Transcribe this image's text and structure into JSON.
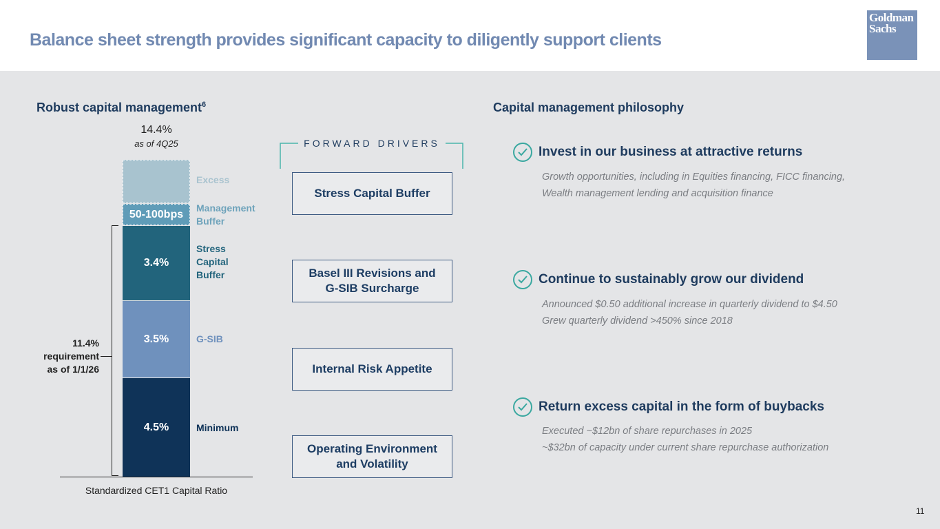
{
  "title": "Balance sheet strength provides significant capacity to diligently support clients",
  "logo": "Goldman Sachs",
  "logo_lines": [
    "Goldman",
    "Sachs"
  ],
  "left": {
    "heading": "Robust capital management",
    "footnote": "6",
    "total": "14.4%",
    "as_of": "as of 4Q25",
    "requirement": [
      "11.4%",
      "requirement",
      "as of 1/1/26"
    ],
    "axis_label": "Standardized CET1 Capital Ratio"
  },
  "chart_data": {
    "type": "bar",
    "stacked": true,
    "categories": [
      "Standardized CET1 Capital Ratio"
    ],
    "total": 14.4,
    "requirement": 11.4,
    "series": [
      {
        "name": "Minimum",
        "value": 4.5,
        "label": "4.5%",
        "color": "#0f3358"
      },
      {
        "name": "G-SIB",
        "value": 3.5,
        "label": "3.5%",
        "color": "#6f91bd"
      },
      {
        "name": "Stress Capital Buffer",
        "value": 3.4,
        "label": "3.4%",
        "color": "#22647c"
      },
      {
        "name": "Management Buffer",
        "value": 1.0,
        "label": "50-100bps",
        "color": "#5f9cb8"
      },
      {
        "name": "Excess",
        "value": 2.0,
        "label": "",
        "color": "#a8c3cf"
      }
    ]
  },
  "series_labels": {
    "minimum": "Minimum",
    "gsib": "G-SIB",
    "scb": [
      "Stress",
      "Capital",
      "Buffer"
    ],
    "mgmt": [
      "Management",
      "Buffer"
    ],
    "excess": "Excess"
  },
  "drivers": {
    "heading": "FORWARD DRIVERS",
    "items": [
      "Stress Capital Buffer",
      "Basel III Revisions and G-SIB Surcharge",
      "Internal Risk Appetite",
      "Operating Environment and Volatility"
    ]
  },
  "philosophy": {
    "heading": "Capital management philosophy",
    "items": [
      {
        "title": "Invest in our business at attractive returns",
        "lines": [
          "Growth opportunities, including in Equities financing, FICC financing,",
          "Wealth management lending and acquisition finance"
        ]
      },
      {
        "title": "Continue to sustainably grow our dividend",
        "lines": [
          "Announced $0.50 additional increase in quarterly dividend to $4.50",
          "Grew quarterly dividend >450% since 2018"
        ]
      },
      {
        "title": "Return excess capital in the form of buybacks",
        "lines": [
          "Executed ~$12bn of share repurchases in 2025",
          "~$32bn of capacity under current share repurchase authorization"
        ]
      }
    ]
  },
  "page_number": "11"
}
